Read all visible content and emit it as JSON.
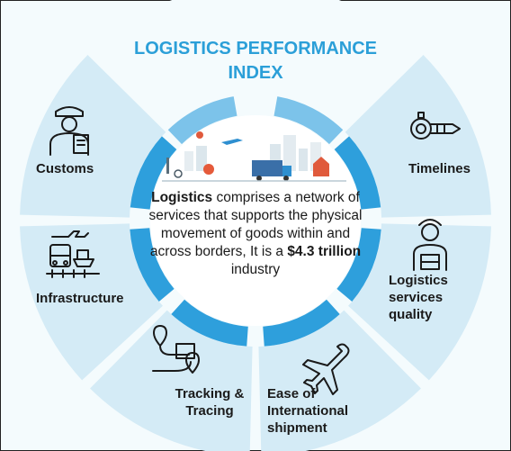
{
  "title": {
    "line1": "LOGISTICS PERFORMANCE",
    "line2": "INDEX"
  },
  "center": {
    "lead": "Logistics",
    "text1": " comprises a network of services that supports the physical movement of goods within and across borders, It is a ",
    "amount": "$4.3 trillion",
    "text2": " industry"
  },
  "segments": {
    "customs": "Customs",
    "timelines": "Timelines",
    "infrastructure": "Infrastructure",
    "services_quality": "Logistics services quality",
    "tracking": "Tracking & Tracing",
    "shipment": "Ease of International shipment"
  },
  "colors": {
    "accent": "#2b9fd8",
    "segment_fill": "#d4ebf6",
    "inner_ring": "#2e9fdc",
    "text": "#1a1a1a"
  },
  "icons": {
    "customs": "customs-officer-icon",
    "timelines": "stopwatch-icon",
    "infrastructure": "transport-infrastructure-icon",
    "services_quality": "delivery-person-icon",
    "tracking": "route-tracking-icon",
    "shipment": "airplane-icon",
    "center": "logistics-cityscape-illustration"
  }
}
